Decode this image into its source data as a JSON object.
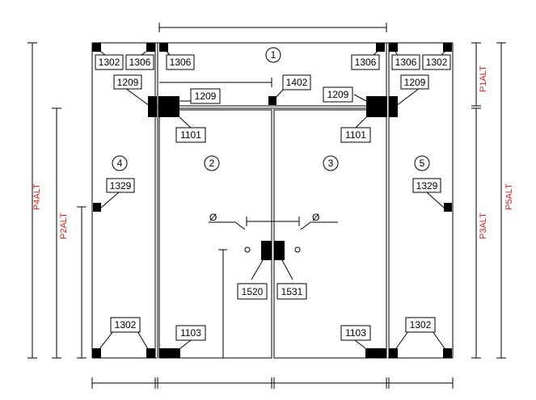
{
  "diagram": {
    "colors": {
      "line": "#000000",
      "dimension_label": "#e0201e"
    },
    "panels": [
      "1",
      "2",
      "3",
      "4",
      "5"
    ],
    "parts": {
      "p1302_tl": "1302",
      "p1306_tl": "1306",
      "p1306_tc": "1306",
      "p1306_tr": "1306",
      "p1306_rr": "1306",
      "p1302_tr": "1302",
      "p1209_l": "1209",
      "p1209_cl": "1209",
      "p1402": "1402",
      "p1209_cr": "1209",
      "p1209_r": "1209",
      "p1101_l": "1101",
      "p1101_r": "1101",
      "p1329_l": "1329",
      "p1329_r": "1329",
      "p1520": "1520",
      "p1531": "1531",
      "p1302_bl": "1302",
      "p1103_l": "1103",
      "p1103_r": "1103",
      "p1302_br": "1302"
    },
    "diameter_symbol": "Ø",
    "heights": {
      "p1": "P1ALT",
      "p2": "P2ALT",
      "p3": "P3ALT",
      "p4": "P4ALT",
      "p5": "P5ALT"
    }
  }
}
